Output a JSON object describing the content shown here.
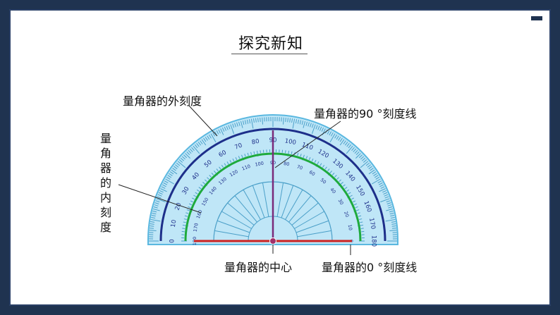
{
  "title": "探究新知",
  "labels": {
    "outer_scale": "量角器的外刻度",
    "inner_scale": "量角器的内刻度",
    "ninety_line": "量角器的90 °刻度线",
    "center": "量角器的中心",
    "zero_line": "量角器的0 °刻度线"
  },
  "outer_scale_numbers": [
    "0",
    "10",
    "20",
    "30",
    "40",
    "50",
    "60",
    "70",
    "80",
    "90",
    "100",
    "110",
    "120",
    "130",
    "140",
    "150",
    "160",
    "170",
    "180"
  ],
  "inner_scale_numbers": [
    "180",
    "170",
    "160",
    "150",
    "140",
    "130",
    "120",
    "110",
    "100",
    "90",
    "80",
    "70",
    "60",
    "50",
    "40",
    "30",
    "20",
    "10",
    "0"
  ],
  "colors": {
    "protractor_fill": "#bfe6f7",
    "protractor_edge": "#5bb8e0",
    "outer_arc": "#1d2f8a",
    "inner_arc": "#1eaa3c",
    "ninety_line": "#7a2a7a",
    "zero_line": "#cc2222",
    "frame": "#1f3350"
  }
}
